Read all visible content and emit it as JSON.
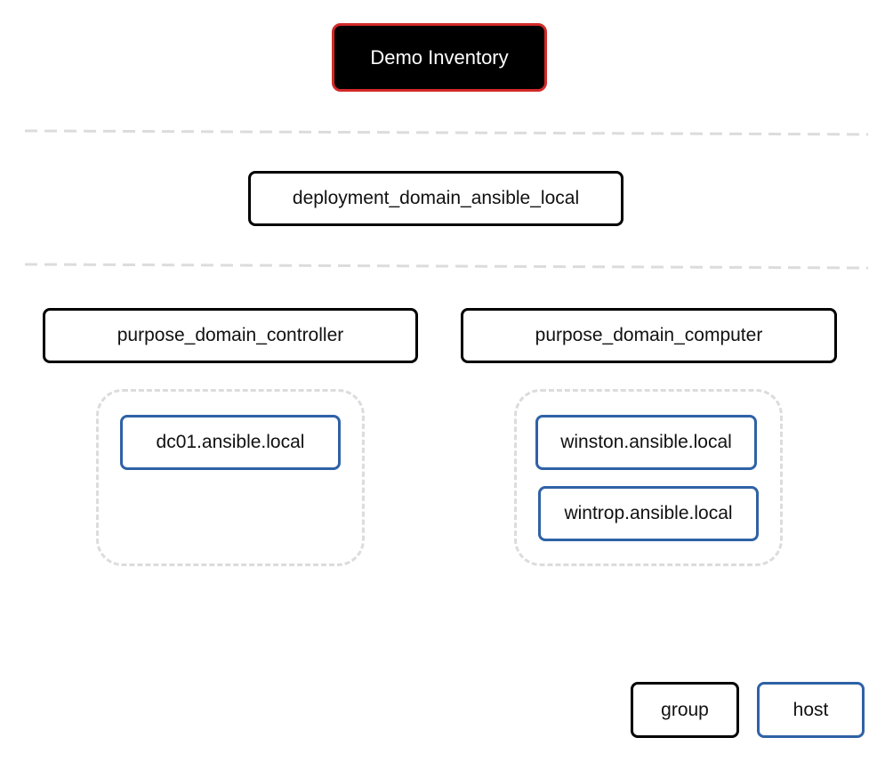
{
  "root": {
    "label": "Demo Inventory"
  },
  "tier1": {
    "group_label": "deployment_domain_ansible_local"
  },
  "tier2": {
    "left_group_label": "purpose_domain_controller",
    "right_group_label": "purpose_domain_computer"
  },
  "hosts": {
    "left": [
      "dc01.ansible.local"
    ],
    "right": [
      "winston.ansible.local",
      "wintrop.ansible.local"
    ]
  },
  "legend": {
    "group_label": "group",
    "host_label": "host"
  },
  "colors": {
    "root_fill": "#000000",
    "root_border": "#d32a27",
    "group_border": "#000000",
    "host_border": "#2f62a6",
    "dashed_line": "#dcdcdc"
  }
}
